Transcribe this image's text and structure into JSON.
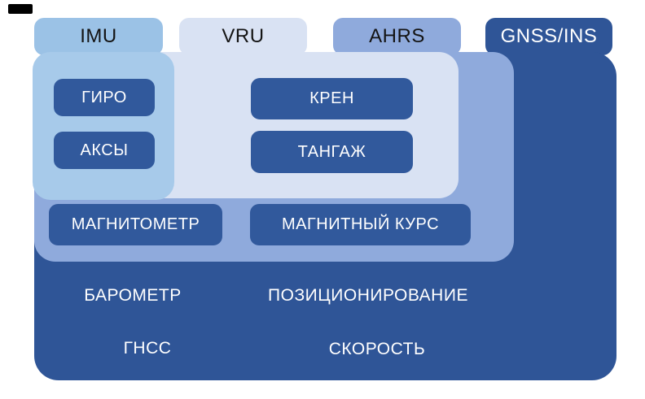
{
  "diagram": {
    "description_labels": {
      "marker": "black-bar"
    },
    "tabs": [
      {
        "label": "IMU",
        "bg": "#9BC2E6",
        "text": "#141414"
      },
      {
        "label": "VRU",
        "bg": "#D9E2F3",
        "text": "#141414"
      },
      {
        "label": "AHRS",
        "bg": "#8FAADC",
        "text": "#141414"
      },
      {
        "label": "GNSS/INS",
        "bg": "#2F5597",
        "text": "#FFFFFF"
      }
    ],
    "containers": {
      "imu_bg": "#A7CAEA",
      "vru_bg": "#D9E2F3",
      "ahrs_bg": "#8FAADC",
      "gnss_bg": "#2F5597"
    },
    "buttons": {
      "gyro": "ГИРО",
      "accels": "АКСЫ",
      "roll": "КРЕН",
      "pitch": "ТАНГАЖ",
      "magnetometer": "МАГНИТОМЕТР",
      "magnetic_heading": "МАГНИТНЫЙ КУРС",
      "bg": "#31599C",
      "text": "#FFFFFF"
    },
    "floor_labels": {
      "barometer": "БАРОМЕТР",
      "positioning": "ПОЗИЦИОНИРОВАНИЕ",
      "gnss": "ГНСС",
      "speed": "СКОРОСТЬ",
      "text": "#FFFFFF"
    }
  }
}
